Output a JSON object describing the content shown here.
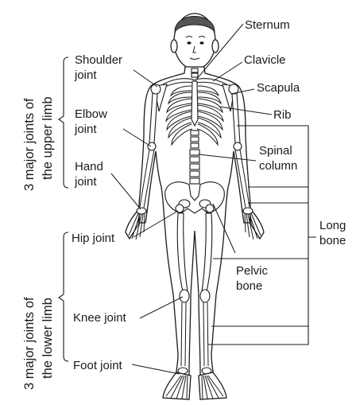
{
  "labels": {
    "sternum": "Sternum",
    "shoulder_joint": [
      "Shoulder",
      "joint"
    ],
    "clavicle": "Clavicle",
    "scapula": "Scapula",
    "rib": "Rib",
    "elbow_joint": [
      "Elbow",
      "joint"
    ],
    "spinal_column": [
      "Spinal",
      "column"
    ],
    "hand_joint": [
      "Hand",
      "joint"
    ],
    "long_bone": [
      "Long",
      "bone"
    ],
    "hip_joint": "Hip joint",
    "pelvic_bone": [
      "Pelvic",
      "bone"
    ],
    "knee_joint": "Knee joint",
    "foot_joint": "Foot joint"
  },
  "side_labels": {
    "upper_limb": [
      "3 major joints of",
      "the upper limb"
    ],
    "lower_limb": [
      "3 major joints of",
      "the lower limb"
    ]
  },
  "colors": {
    "line": "#1a1a1a",
    "hair": "#555555",
    "background": "#ffffff"
  }
}
